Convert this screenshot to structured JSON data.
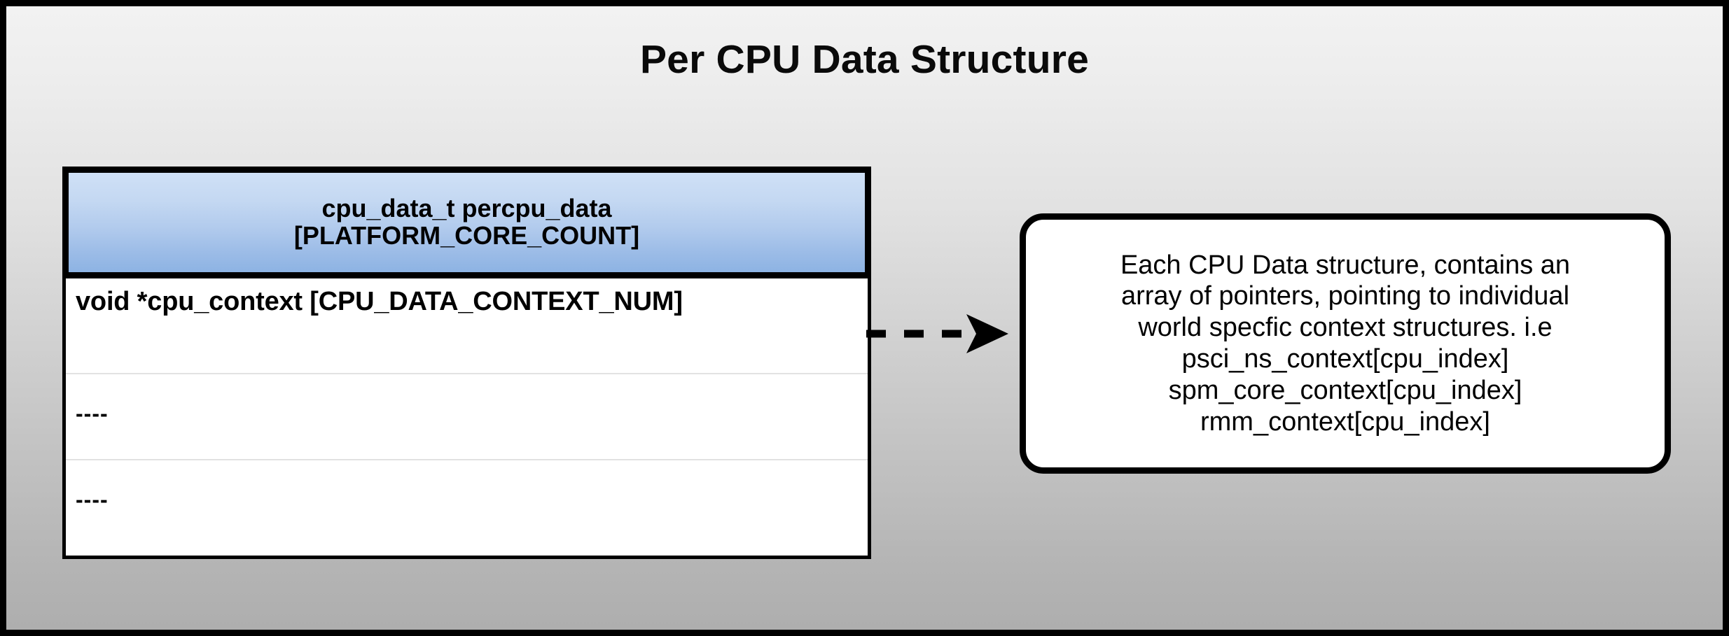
{
  "diagram": {
    "title": "Per CPU Data Structure",
    "background_top_color": "#f2f2f2",
    "background_bottom_color": "#aeaeae",
    "frame_color": "#000000"
  },
  "struct_table": {
    "header": {
      "line1": "cpu_data_t percpu_data",
      "line2": "[PLATFORM_CORE_COUNT]",
      "gradient_top_color": "#cfe0f6",
      "gradient_bottom_color": "#8db3e3",
      "border_color": "#000000"
    },
    "rows": [
      {
        "text": "void *cpu_context [CPU_DATA_CONTEXT_NUM]"
      },
      {
        "text": "----"
      },
      {
        "text": "----"
      }
    ],
    "row_separator_color": "#e2e2e2",
    "body_background_color": "#ffffff"
  },
  "connector": {
    "style": "dashed",
    "arrowhead": "filled-triangle",
    "color": "#000000",
    "dash_count": 3
  },
  "note": {
    "lines": [
      "Each CPU Data structure, contains an",
      "array of pointers, pointing to individual",
      "world specfic context structures. i.e",
      "psci_ns_context[cpu_index]",
      "spm_core_context[cpu_index]",
      "rmm_context[cpu_index]"
    ],
    "border_color": "#000000",
    "background_color": "#ffffff"
  }
}
